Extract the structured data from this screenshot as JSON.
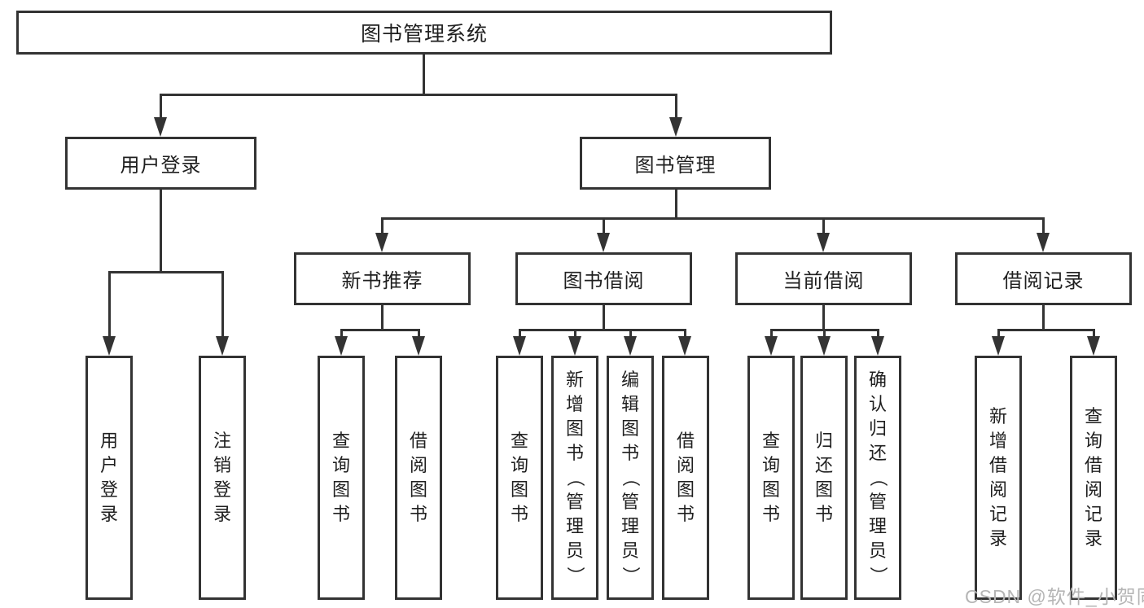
{
  "tree": {
    "root": "图书管理系统",
    "branches": [
      {
        "label": "用户登录",
        "leaves": [
          "用户登录",
          "注销登录"
        ]
      },
      {
        "label": "图书管理",
        "sections": [
          {
            "label": "新书推荐",
            "leaves": [
              "查询图书",
              "借阅图书"
            ]
          },
          {
            "label": "图书借阅",
            "leaves": [
              "查询图书",
              "新增图书（管理员）",
              "编辑图书（管理员）",
              "借阅图书"
            ]
          },
          {
            "label": "当前借阅",
            "leaves": [
              "查询图书",
              "归还图书",
              "确认归还（管理员）"
            ]
          },
          {
            "label": "借阅记录",
            "leaves": [
              "新增借阅记录",
              "查询借阅记录"
            ]
          }
        ]
      }
    ]
  },
  "watermark": "CSDN @软件_小贺同学",
  "colors": {
    "line": "#333333",
    "border": "#333333",
    "background": "#ffffff",
    "text": "#1f1f1f",
    "watermark": "#b5b5b5"
  }
}
